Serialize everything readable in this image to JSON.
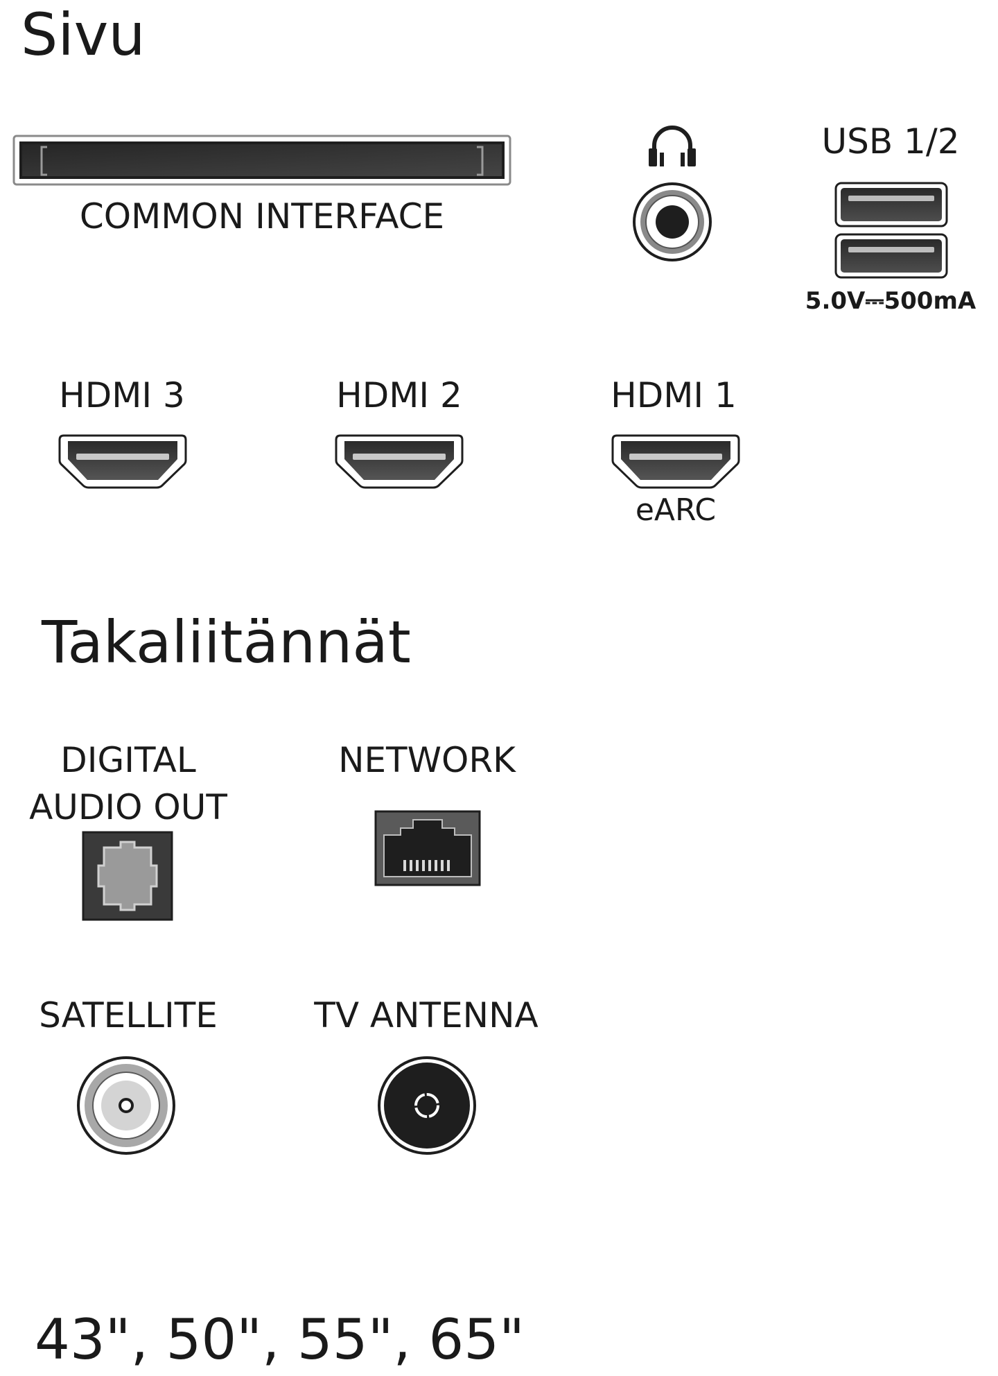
{
  "sections": {
    "side": {
      "title": "Sivu",
      "common_interface": "COMMON INTERFACE",
      "usb": {
        "label": "USB 1/2",
        "rating": "5.0V⎓500mA"
      },
      "hdmi3": "HDMI 3",
      "hdmi2": "HDMI 2",
      "hdmi1": "HDMI 1",
      "hdmi1_sub": "eARC"
    },
    "rear": {
      "title": "Takaliitännät",
      "digital_audio_line1": "DIGITAL",
      "digital_audio_line2": "AUDIO OUT",
      "network": "NETWORK",
      "satellite": "SATELLITE",
      "tv_antenna": "TV ANTENNA"
    }
  },
  "models": "43\", 50\", 55\", 65\"",
  "icons": [
    "ci-slot-icon",
    "headphones-icon",
    "audio-jack-icon",
    "usb-port-icon",
    "hdmi-port-icon",
    "optical-port-icon",
    "ethernet-port-icon",
    "satellite-connector-icon",
    "antenna-connector-icon"
  ],
  "colors": {
    "port_dark": "#1e1e1e",
    "port_grey": "#8a8a8a",
    "background": "#ffffff"
  }
}
